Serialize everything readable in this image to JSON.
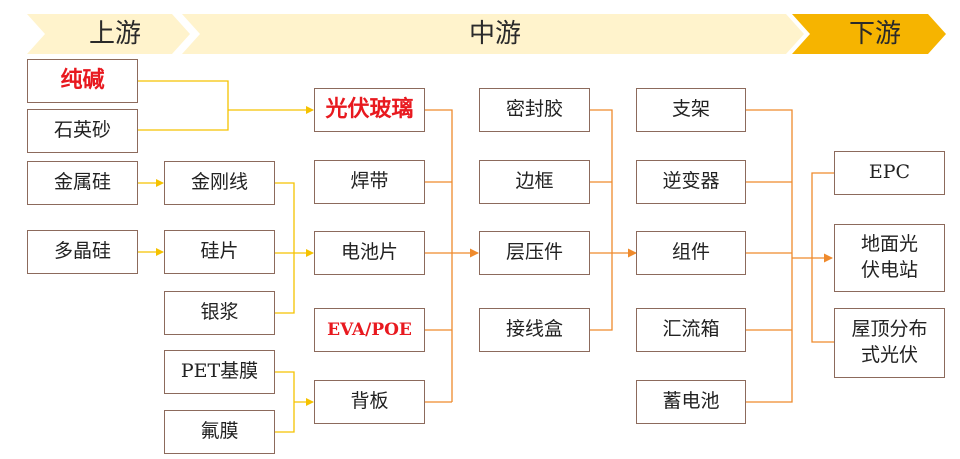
{
  "stages": {
    "upstream": "上游",
    "midstream": "中游",
    "downstream": "下游"
  },
  "nodes": {
    "soda_ash": "纯碱",
    "quartz_sand": "石英砂",
    "metal_silicon": "金属硅",
    "polysilicon": "多晶硅",
    "diamond_wire": "金刚线",
    "wafer": "硅片",
    "silver_paste": "银浆",
    "pet_film": "PET基膜",
    "fluorine_film": "氟膜",
    "pv_glass": "光伏玻璃",
    "ribbon": "焊带",
    "cell": "电池片",
    "eva_poe": "EVA/POE",
    "backsheet": "背板",
    "sealant": "密封胶",
    "frame": "边框",
    "laminate": "层压件",
    "junction_box": "接线盒",
    "bracket": "支架",
    "inverter": "逆变器",
    "module": "组件",
    "combiner_box": "汇流箱",
    "battery": "蓄电池",
    "epc": "EPC",
    "ground_station": "地面光伏电站",
    "distributed_pv": "屋顶分布式光伏"
  },
  "colors": {
    "upstream_arrow": "#fff3cc",
    "midstream_arrow": "#fff3cc",
    "downstream_arrow": "#f6b400",
    "upstream_links": "#f5c200",
    "midstream_links": "#ef8a2c",
    "highlight_text": "#e8191f",
    "box_border": "#8c6a5c"
  }
}
